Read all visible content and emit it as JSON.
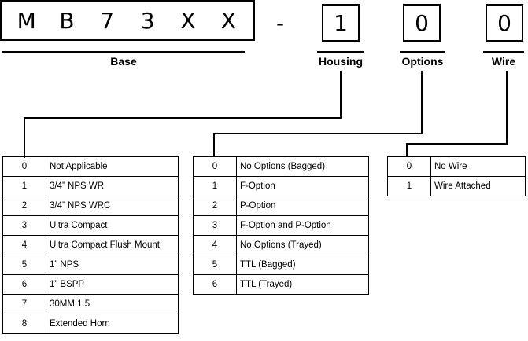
{
  "base": {
    "chars": [
      "M",
      "B",
      "7",
      "3",
      "X",
      "X"
    ],
    "label": "Base"
  },
  "separator": "-",
  "housing": {
    "value": "1",
    "label": "Housing"
  },
  "options": {
    "value": "0",
    "label": "Options"
  },
  "wire": {
    "value": "0",
    "label": "Wire"
  },
  "housing_table": [
    {
      "code": "0",
      "desc": "Not Applicable"
    },
    {
      "code": "1",
      "desc": "3/4” NPS WR"
    },
    {
      "code": "2",
      "desc": "3/4” NPS WRC"
    },
    {
      "code": "3",
      "desc": "Ultra Compact"
    },
    {
      "code": "4",
      "desc": "Ultra Compact Flush Mount"
    },
    {
      "code": "5",
      "desc": "1” NPS"
    },
    {
      "code": "6",
      "desc": "1” BSPP"
    },
    {
      "code": "7",
      "desc": "30MM 1.5"
    },
    {
      "code": "8",
      "desc": "Extended Horn"
    }
  ],
  "options_table": [
    {
      "code": "0",
      "desc": "No Options (Bagged)"
    },
    {
      "code": "1",
      "desc": "F-Option"
    },
    {
      "code": "2",
      "desc": "P-Option"
    },
    {
      "code": "3",
      "desc": "F-Option and P-Option"
    },
    {
      "code": "4",
      "desc": "No Options (Trayed)"
    },
    {
      "code": "5",
      "desc": "TTL (Bagged)"
    },
    {
      "code": "6",
      "desc": "TTL (Trayed)"
    }
  ],
  "wire_table": [
    {
      "code": "0",
      "desc": "No Wire"
    },
    {
      "code": "1",
      "desc": "Wire Attached"
    }
  ]
}
